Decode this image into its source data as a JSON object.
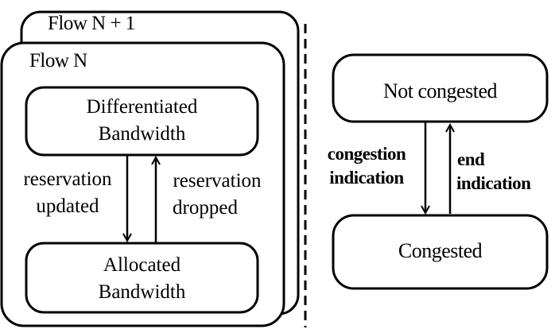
{
  "flow_back_label": "Flow N + 1",
  "flow_front_label": "Flow N",
  "left_machine": {
    "top_state": [
      "Differentiated",
      "Bandwidth"
    ],
    "bottom_state": [
      "Allocated",
      "Bandwidth"
    ],
    "down_transition": [
      "reservation",
      "updated"
    ],
    "up_transition": [
      "reservation",
      "dropped"
    ]
  },
  "right_machine": {
    "top_state": "Not congested",
    "bottom_state": "Congested",
    "down_transition": [
      "congestion",
      "indication"
    ],
    "up_transition": [
      "end",
      "indication"
    ]
  }
}
